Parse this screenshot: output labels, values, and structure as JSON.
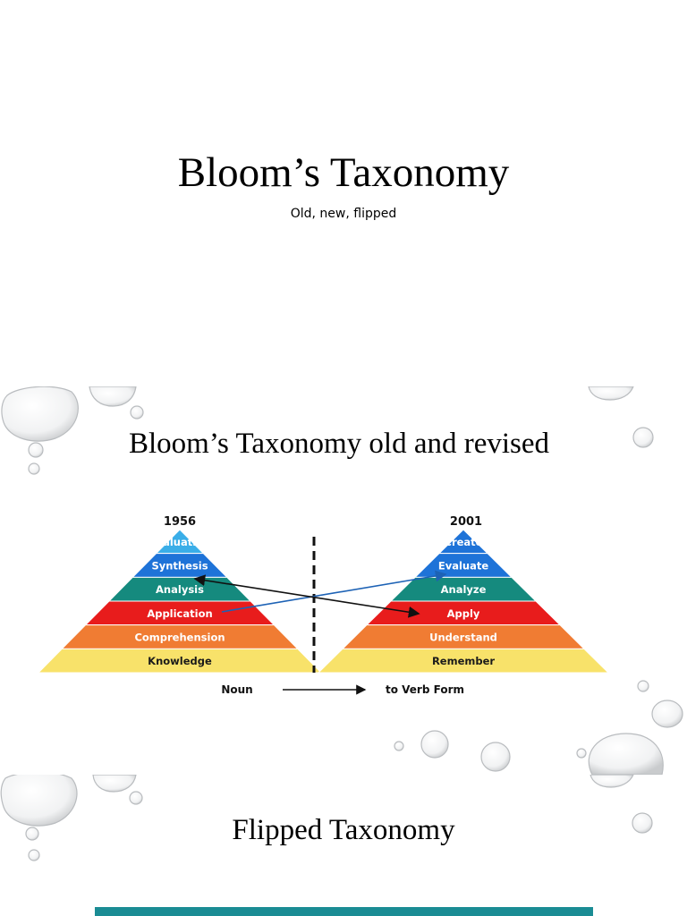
{
  "slide1": {
    "title": "Bloom’s Taxonomy",
    "subtitle": "Old, new, flipped"
  },
  "slide2": {
    "title": "Bloom’s Taxonomy old and revised",
    "diagram": {
      "left_year": "1956",
      "right_year": "2001",
      "left_levels": [
        "Evaluation",
        "Synthesis",
        "Analysis",
        "Application",
        "Comprehension",
        "Knowledge"
      ],
      "right_levels": [
        "Create",
        "Evaluate",
        "Analyze",
        "Apply",
        "Understand",
        "Remember"
      ],
      "level_colors": [
        "#3aaee8",
        "#1e73d8",
        "#158a7e",
        "#e81c1c",
        "#f07c33",
        "#f8e26a"
      ],
      "top_colors": [
        "#1f9fe0",
        "#30d2d6"
      ],
      "arrow_colors": [
        "#1d62b5",
        "#111111"
      ],
      "noun_label": "Noun",
      "verb_label": "to Verb Form"
    }
  },
  "slide3": {
    "title": "Flipped Taxonomy",
    "banner_color": "#1a8c94"
  }
}
